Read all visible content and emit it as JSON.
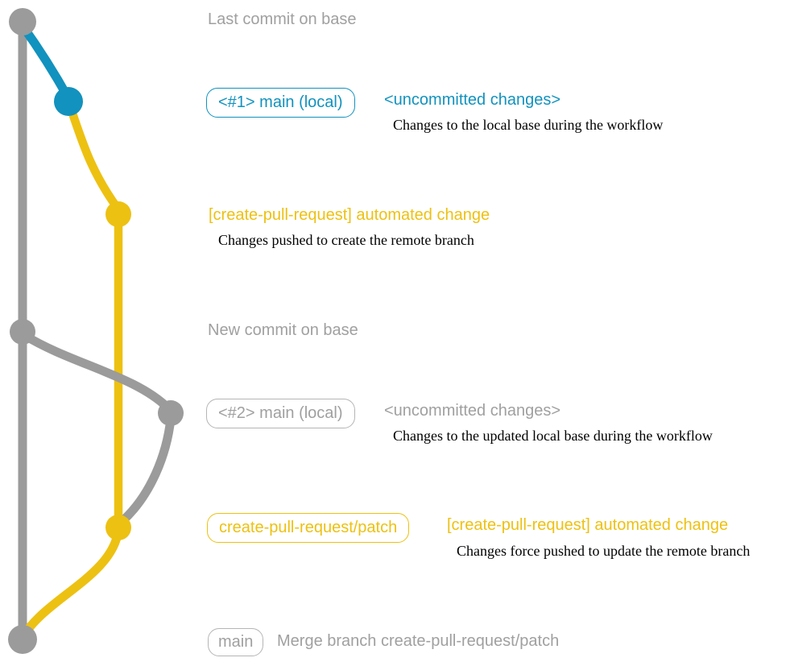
{
  "colors": {
    "base_gray": "#9b9b9b",
    "gray_text": "#a0a0a0",
    "gray_border": "#b5b5b5",
    "branch_blue": "#1292be",
    "branch_yellow": "#edc112",
    "caption_black": "#000000",
    "bg": "#ffffff"
  },
  "notes": {
    "top": "Last commit on base",
    "middle": "New commit on base"
  },
  "row1": {
    "badge": "<#1> main (local)",
    "title": "<uncommitted changes>",
    "caption": "Changes to the local base during the workflow"
  },
  "row2": {
    "title": "[create-pull-request] automated change",
    "caption": "Changes pushed to create the remote branch"
  },
  "row3": {
    "badge": "<#2> main (local)",
    "title": "<uncommitted changes>",
    "caption": "Changes to the updated local base during the workflow"
  },
  "row4": {
    "badge": "create-pull-request/patch",
    "title": "[create-pull-request] automated change",
    "caption": "Changes force pushed to update the remote branch"
  },
  "row5": {
    "badge": "main",
    "title": "Merge branch create-pull-request/patch"
  }
}
